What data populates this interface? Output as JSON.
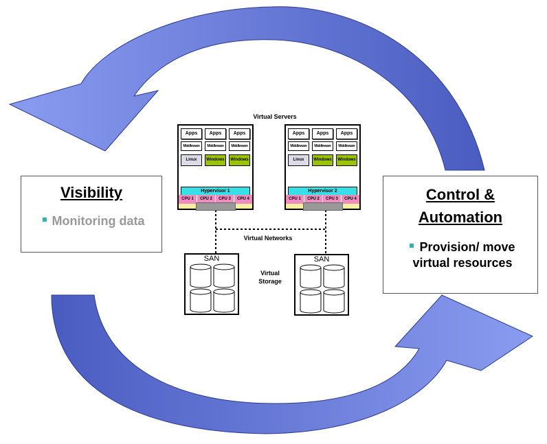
{
  "visibility": {
    "title": "Visibility",
    "bullet": "Monitoring data"
  },
  "control": {
    "title_line1": "Control &",
    "title_line2": "Automation",
    "bullet": "Provision/ move virtual resources"
  },
  "labels": {
    "virtual_servers": "Virtual Servers",
    "virtual_networks": "Virtual Networks",
    "virtual_storage": "Virtual Storage"
  },
  "servers": [
    {
      "apps": [
        "Apps",
        "Apps",
        "Apps"
      ],
      "middleware": [
        "Middleware",
        "Middleware",
        "Middleware"
      ],
      "os": [
        "Linux",
        "Windows",
        "Windows"
      ],
      "hypervisor": "Hypervisor 1",
      "cpus": [
        "CPU 1",
        "CPU 2",
        "CPU 3",
        "CPU 4"
      ]
    },
    {
      "apps": [
        "Apps",
        "Apps",
        "Apps"
      ],
      "middleware": [
        "Middleware",
        "Middleware",
        "Middleware"
      ],
      "os": [
        "Linux",
        "Windows",
        "Windows"
      ],
      "hypervisor": "Hypervisor 2",
      "cpus": [
        "CPU 1",
        "CPU 2",
        "CPU 3",
        "CPU 4"
      ]
    }
  ],
  "storage": [
    {
      "label": "SAN"
    },
    {
      "label": "SAN"
    }
  ],
  "colors": {
    "arrow_fill": "#6a7fd6",
    "bullet": "#33b0b0",
    "hypervisor": "#36e0e6",
    "cpu": "#f08cc0",
    "windows": "#9bc200"
  }
}
